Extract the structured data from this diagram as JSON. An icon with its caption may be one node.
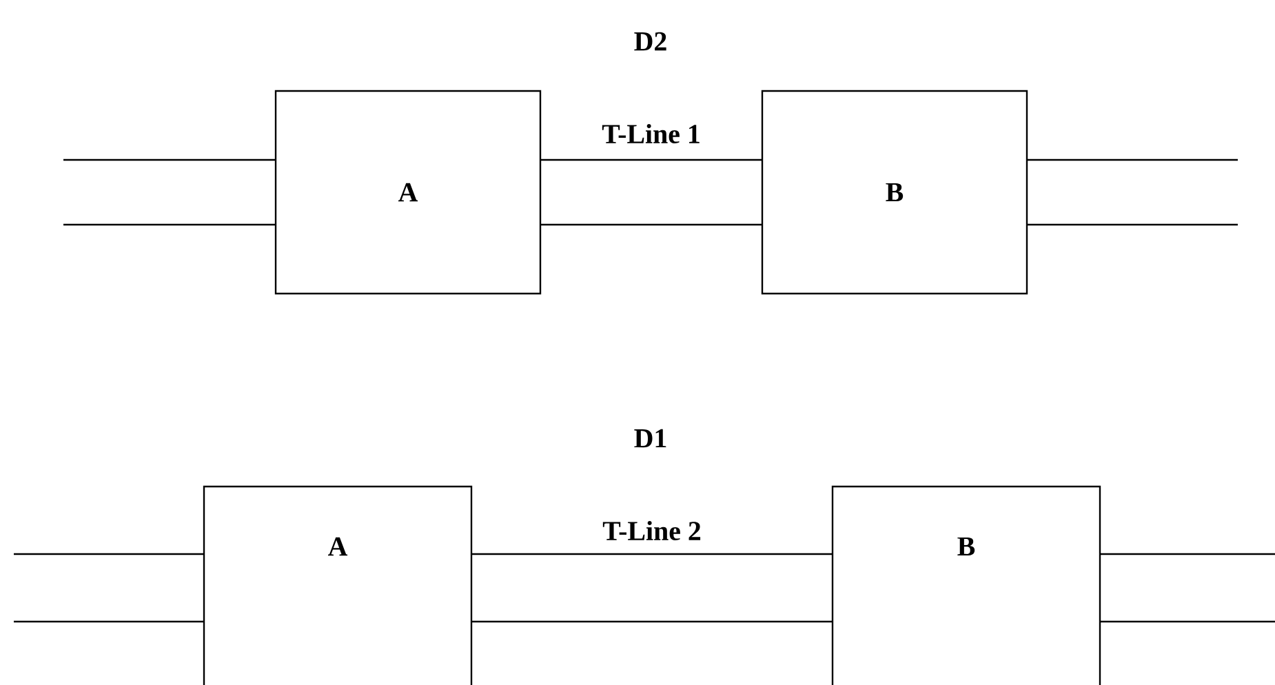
{
  "diagram": {
    "nodes": [
      {
        "text": [
          "A"
        ]
      },
      {
        "text": [
          "B"
        ]
      },
      {
        "text": [
          "A"
        ]
      },
      {
        "text": [
          "B"
        ]
      }
    ],
    "edges": [
      {
        "from": null,
        "to": 0,
        "arrow": "none"
      },
      {
        "from": null,
        "to": 0,
        "arrow": "none"
      },
      {
        "from": 0,
        "to": 1,
        "arrow": "none",
        "label": "T-Line 1"
      },
      {
        "from": 0,
        "to": 1,
        "arrow": "none"
      },
      {
        "from": 1,
        "to": null,
        "arrow": "none"
      },
      {
        "from": 1,
        "to": null,
        "arrow": "none"
      },
      {
        "from": null,
        "to": 2,
        "arrow": "none"
      },
      {
        "from": null,
        "to": 2,
        "arrow": "none"
      },
      {
        "from": 2,
        "to": 3,
        "arrow": "none",
        "label": "T-Line 2"
      },
      {
        "from": 2,
        "to": 3,
        "arrow": "none"
      },
      {
        "from": 3,
        "to": null,
        "arrow": "none"
      },
      {
        "from": 3,
        "to": null,
        "arrow": "none"
      }
    ],
    "labels": [
      "D2",
      "D1"
    ]
  }
}
